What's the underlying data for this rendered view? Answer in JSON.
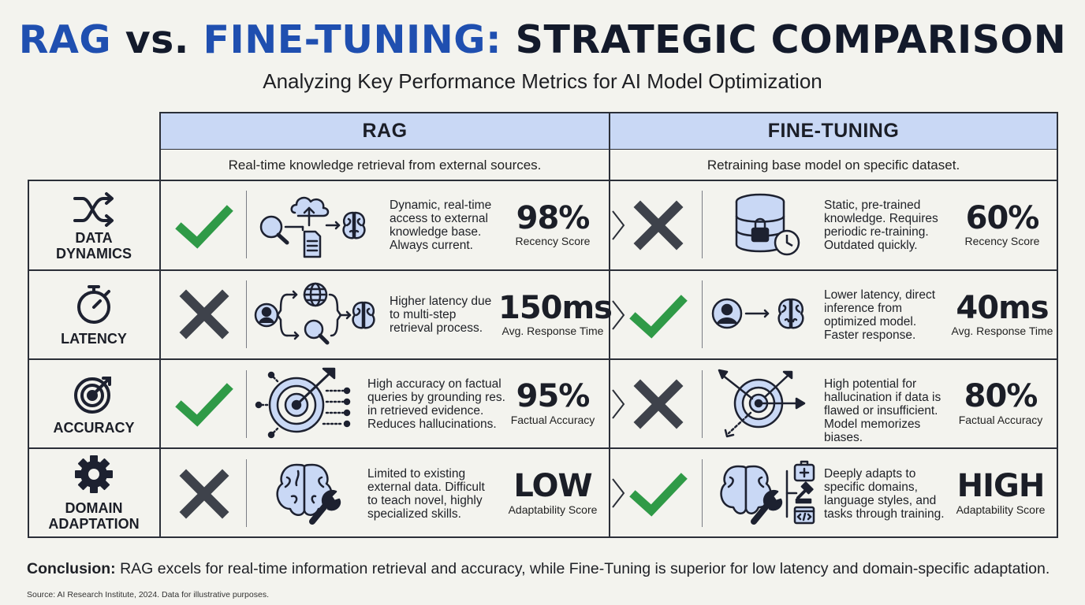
{
  "title": {
    "part1": "RAG",
    "part2": " vs. ",
    "part3": "FINE-TUNING:",
    "part4": " STRATEGIC COMPARISON"
  },
  "subtitle": "Analyzing Key Performance Metrics for AI Model Optimization",
  "columns": [
    {
      "name": "RAG",
      "description": "Real-time knowledge retrieval from external sources."
    },
    {
      "name": "FINE-TUNING",
      "description": "Retraining base model on specific dataset."
    }
  ],
  "rows": [
    {
      "label_line1": "DATA",
      "label_line2": "DYNAMICS",
      "icon": "shuffle-icon",
      "rag": {
        "mark": "check",
        "desc": [
          "Dynamic, real-time",
          "access to external",
          "knowledge base.",
          "Always current."
        ],
        "value": "98%",
        "metric": "Recency Score"
      },
      "ft": {
        "mark": "cross",
        "desc": [
          "Static, pre-trained",
          "knowledge. Requires",
          "periodic re-training.",
          "Outdated quickly."
        ],
        "value": "60%",
        "metric": "Recency Score"
      }
    },
    {
      "label_line1": "LATENCY",
      "label_line2": "",
      "icon": "stopwatch-icon",
      "rag": {
        "mark": "cross",
        "desc": [
          "Higher latency due",
          "to multi-step",
          "retrieval process.",
          ""
        ],
        "value": "150ms",
        "metric": "Avg. Response Time"
      },
      "ft": {
        "mark": "check",
        "desc": [
          "Lower latency, direct",
          "inference from",
          "optimized model.",
          "Faster response."
        ],
        "value": "40ms",
        "metric": "Avg. Response Time"
      }
    },
    {
      "label_line1": "ACCURACY",
      "label_line2": "",
      "icon": "target-icon",
      "rag": {
        "mark": "check",
        "desc": [
          "High accuracy on factual",
          "queries by grounding res.",
          "in retrieved evidence.",
          "Reduces hallucinations."
        ],
        "value": "95%",
        "metric": "Factual Accuracy"
      },
      "ft": {
        "mark": "cross",
        "desc": [
          "High potential for",
          "hallucination if data is",
          "flawed or insufficient.",
          "Model memorizes biases."
        ],
        "value": "80%",
        "metric": "Factual Accuracy"
      }
    },
    {
      "label_line1": "DOMAIN",
      "label_line2": "ADAPTATION",
      "icon": "gear-icon",
      "rag": {
        "mark": "cross",
        "desc": [
          "Limited to existing",
          "external data. Difficult",
          "to teach novel, highly",
          "specialized skills."
        ],
        "value": "LOW",
        "metric": "Adaptability Score"
      },
      "ft": {
        "mark": "check",
        "desc": [
          "Deeply adapts to",
          "specific domains,",
          "language styles, and",
          "tasks through training."
        ],
        "value": "HIGH",
        "metric": "Adaptability Score"
      }
    }
  ],
  "conclusion": {
    "label": "Conclusion:",
    "text": " RAG excels for real-time information retrieval and accuracy, while Fine-Tuning is superior for low latency and domain-specific adaptation."
  },
  "source": "Source: AI Research Institute, 2024. Data for illustrative purposes.",
  "colors": {
    "blue": "#1f4fb0",
    "check": "#2f9a47",
    "cross": "#3e424b",
    "header_fill": "#c9d8f5",
    "icon_fill": "#c9d8f5"
  }
}
